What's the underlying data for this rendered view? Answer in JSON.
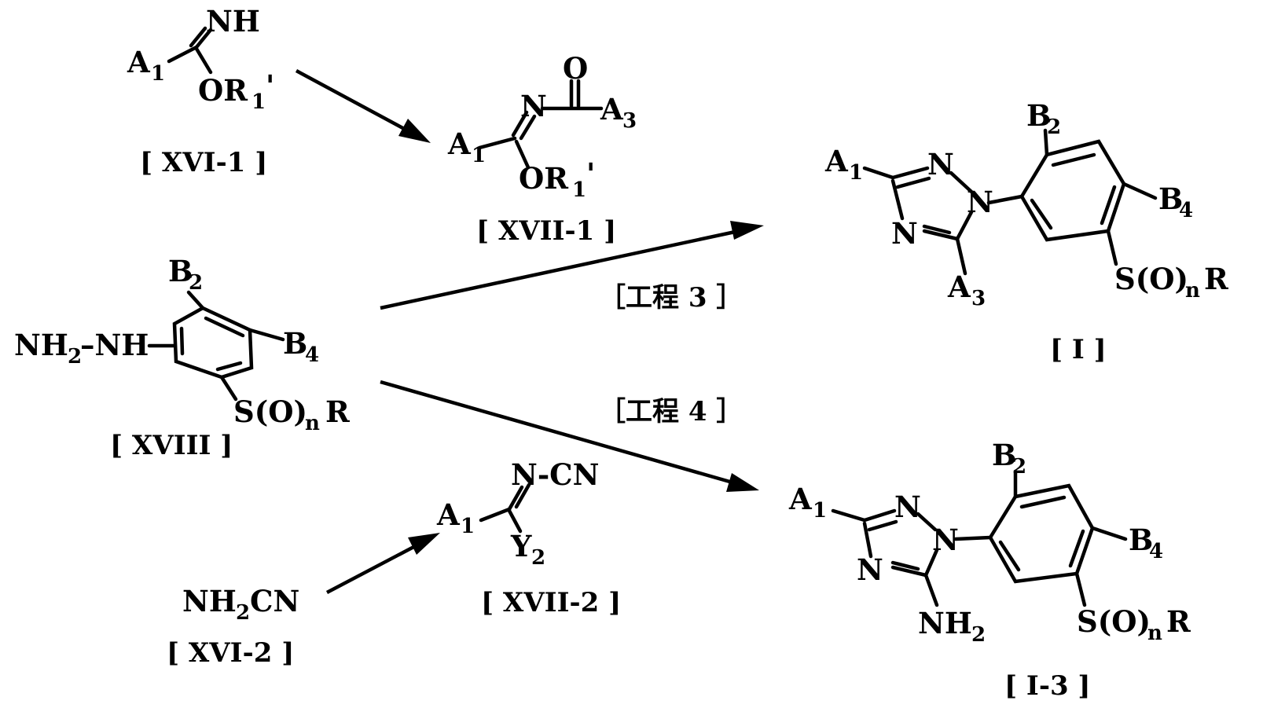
{
  "compounds": {
    "xvi1": {
      "label": "[ XVI-1 ]",
      "atoms": {
        "nh": "NH",
        "a": "A",
        "a_sub": "1",
        "or": "OR",
        "or_sub": "1",
        "or_prime": "'"
      }
    },
    "xvii1": {
      "label": "[ XVII-1 ]",
      "atoms": {
        "o": "O",
        "n": "N",
        "a3": "A",
        "a3_sub": "3",
        "a1": "A",
        "a1_sub": "1",
        "or": "OR",
        "or_sub": "1",
        "or_prime": "'"
      }
    },
    "xviii": {
      "label": "[ XVIII ]",
      "atoms": {
        "nh2": "NH",
        "nh2_sub": "2",
        "nh": "–NH",
        "b2": "B",
        "b2_sub": "2",
        "b4": "B",
        "b4_sub": "4",
        "s": "S(O)",
        "s_sub": "n",
        "r": "R"
      }
    },
    "xvi2": {
      "label": "[ XVI-2 ]",
      "atoms": {
        "nh2": "NH",
        "nh2_sub": "2",
        "cn": "CN"
      }
    },
    "xvii2": {
      "label": "[ XVII-2 ]",
      "atoms": {
        "ncn": "N-CN",
        "a1": "A",
        "a1_sub": "1",
        "y2": "Y",
        "y2_sub": "2"
      }
    },
    "i": {
      "label": "[ I ]",
      "atoms": {
        "a1": "A",
        "a1_sub": "1",
        "n1": "N",
        "n2": "N",
        "n3": "N",
        "a3": "A",
        "a3_sub": "3",
        "b2": "B",
        "b2_sub": "2",
        "b4": "B",
        "b4_sub": "4",
        "s": "S(O)",
        "s_sub": "n",
        "r": "R"
      }
    },
    "i3": {
      "label": "[ I-3 ]",
      "atoms": {
        "a1": "A",
        "a1_sub": "1",
        "n1": "N",
        "n2": "N",
        "n3": "N",
        "nh2": "NH",
        "nh2_sub": "2",
        "b2": "B",
        "b2_sub": "2",
        "b4": "B",
        "b4_sub": "4",
        "s": "S(O)",
        "s_sub": "n",
        "r": "R"
      }
    }
  },
  "steps": {
    "step3": "［工程 3 ］",
    "step4": "［工程 4 ］"
  }
}
